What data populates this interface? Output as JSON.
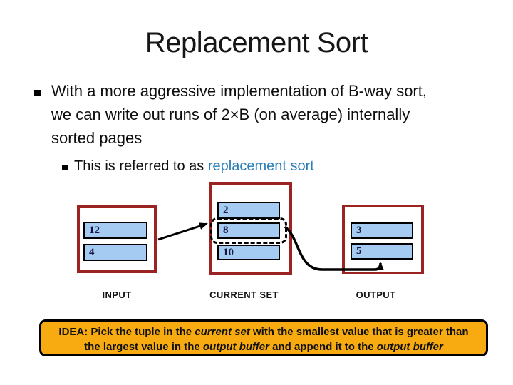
{
  "slide": {
    "title": "Replacement Sort",
    "bullet": {
      "lines": [
        "With a more aggressive implementation of B-way sort,",
        "we can write out runs of 2×B (on average) internally",
        "sorted pages"
      ]
    },
    "sub_bullet": {
      "prefix": "This is referred to as ",
      "highlight": "replacement sort"
    }
  },
  "diagram": {
    "input": {
      "label": "INPUT",
      "cells": [
        "12",
        "4"
      ]
    },
    "current": {
      "label": "CURRENT SET",
      "cells": [
        "2",
        "8",
        "10"
      ],
      "selected_cell": "8"
    },
    "output": {
      "label": "OUTPUT",
      "cells": [
        "3",
        "5"
      ]
    }
  },
  "idea": {
    "line1": {
      "t1": "IDEA: Pick the tuple in the ",
      "em1": "current set",
      "t2": " with the smallest value that is greater than"
    },
    "line2": {
      "t1": "the largest value in the ",
      "em1": "output buffer",
      "t2": " and append it to the ",
      "em2": "output buffer"
    }
  },
  "colors": {
    "box_border_red": "#9b2423",
    "cell_fill_blue": "#a6cbf2",
    "highlight_blue": "#2a7db8",
    "idea_fill_amber": "#f7ab10"
  }
}
